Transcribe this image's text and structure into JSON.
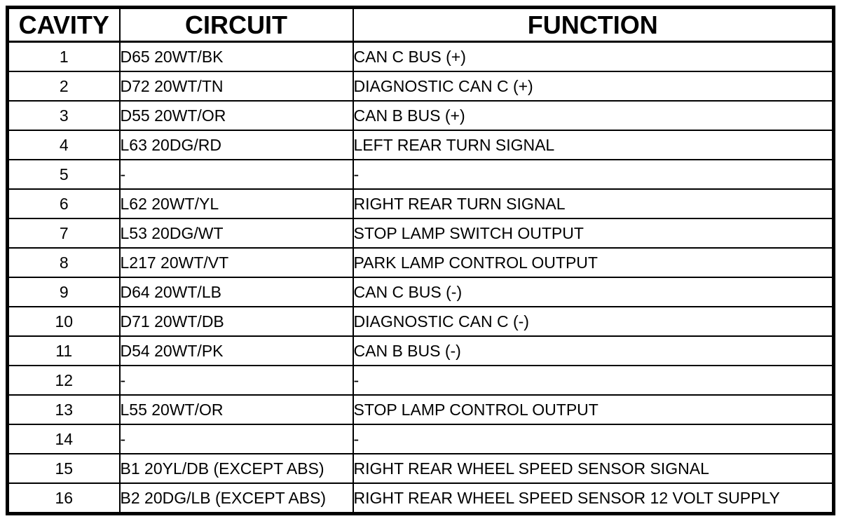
{
  "table": {
    "columns": [
      "CAVITY",
      "CIRCUIT",
      "FUNCTION"
    ],
    "rows": [
      {
        "cavity": "1",
        "circuit": "D65 20WT/BK",
        "function": "CAN C BUS (+)"
      },
      {
        "cavity": "2",
        "circuit": "D72 20WT/TN",
        "function": "DIAGNOSTIC CAN C (+)"
      },
      {
        "cavity": "3",
        "circuit": "D55 20WT/OR",
        "function": "CAN B BUS (+)"
      },
      {
        "cavity": "4",
        "circuit": "L63 20DG/RD",
        "function": "LEFT REAR TURN SIGNAL"
      },
      {
        "cavity": "5",
        "circuit": "-",
        "function": "-"
      },
      {
        "cavity": "6",
        "circuit": "L62 20WT/YL",
        "function": "RIGHT REAR TURN SIGNAL"
      },
      {
        "cavity": "7",
        "circuit": "L53 20DG/WT",
        "function": "STOP LAMP SWITCH OUTPUT"
      },
      {
        "cavity": "8",
        "circuit": "L217 20WT/VT",
        "function": "PARK LAMP CONTROL OUTPUT"
      },
      {
        "cavity": "9",
        "circuit": "D64 20WT/LB",
        "function": "CAN C BUS (-)"
      },
      {
        "cavity": "10",
        "circuit": "D71 20WT/DB",
        "function": "DIAGNOSTIC CAN C (-)"
      },
      {
        "cavity": "11",
        "circuit": "D54 20WT/PK",
        "function": "CAN B BUS (-)"
      },
      {
        "cavity": "12",
        "circuit": "-",
        "function": "-"
      },
      {
        "cavity": "13",
        "circuit": "L55 20WT/OR",
        "function": "STOP LAMP CONTROL OUTPUT"
      },
      {
        "cavity": "14",
        "circuit": "-",
        "function": "-"
      },
      {
        "cavity": "15",
        "circuit": "B1 20YL/DB (EXCEPT ABS)",
        "function": "RIGHT REAR WHEEL SPEED SENSOR SIGNAL"
      },
      {
        "cavity": "16",
        "circuit": "B2 20DG/LB (EXCEPT ABS)",
        "function": "RIGHT REAR WHEEL SPEED SENSOR 12 VOLT SUPPLY"
      }
    ],
    "colors": {
      "border": "#000000",
      "background": "#ffffff",
      "text": "#000000"
    }
  }
}
